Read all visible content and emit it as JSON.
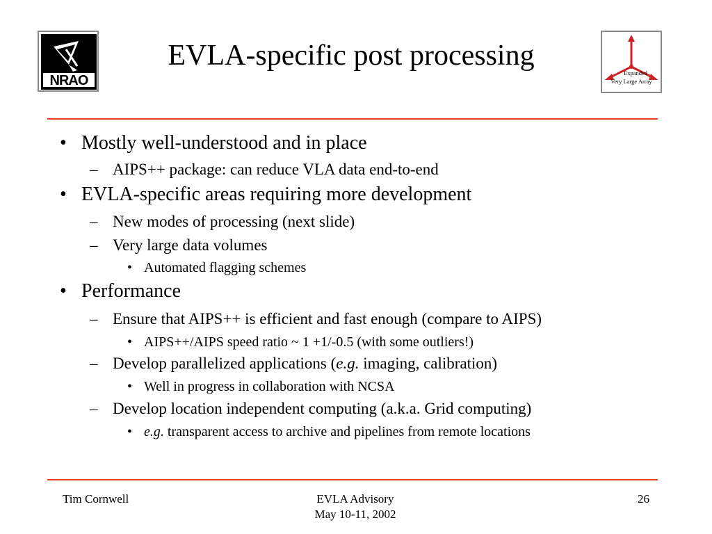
{
  "slide": {
    "title": "EVLA-specific post processing",
    "logos": {
      "left_text": "NRAO",
      "right_line1": "Expanded",
      "right_line2": "Very Large Array"
    },
    "bullets": [
      {
        "level": 1,
        "marker": "•",
        "text": "Mostly well-understood and in place"
      },
      {
        "level": 2,
        "marker": "–",
        "text": "AIPS++ package: can reduce VLA data end-to-end"
      },
      {
        "level": 1,
        "marker": "•",
        "text": "EVLA-specific areas requiring more development"
      },
      {
        "level": 2,
        "marker": "–",
        "text": "New modes of processing (next slide)"
      },
      {
        "level": 2,
        "marker": "–",
        "text": "Very large data volumes"
      },
      {
        "level": 3,
        "marker": "•",
        "text": "Automated flagging schemes"
      },
      {
        "level": 1,
        "marker": "•",
        "text": "Performance"
      },
      {
        "level": 2,
        "marker": "–",
        "text": "Ensure that AIPS++ is efficient and fast enough (compare to AIPS)"
      },
      {
        "level": 3,
        "marker": "•",
        "text": "AIPS++/AIPS speed ratio ~ 1 +1/-0.5 (with some outliers!)"
      },
      {
        "level": 2,
        "marker": "–",
        "text_before": "Develop parallelized applications (",
        "text_em": "e.g.",
        "text_after": " imaging, calibration)"
      },
      {
        "level": 3,
        "marker": "•",
        "text": "Well in progress in collaboration with NCSA"
      },
      {
        "level": 2,
        "marker": "–",
        "text": "Develop location independent computing (a.k.a. Grid computing)"
      },
      {
        "level": 3,
        "marker": "•",
        "text_em": "e.g.",
        "text_after": " transparent access to archive and pipelines from remote locations"
      }
    ],
    "footer": {
      "left": "Tim Cornwell",
      "center_line1": "EVLA Advisory",
      "center_line2": "May 10-11, 2002",
      "page_number": "26"
    },
    "colors": {
      "rule": "#e53b1e",
      "logo_arms": "#cc2222"
    }
  }
}
